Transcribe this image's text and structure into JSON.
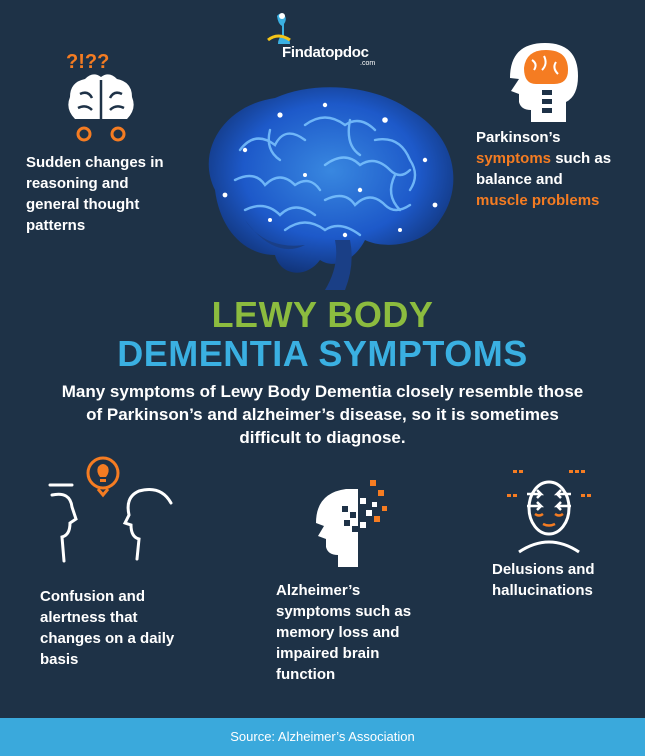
{
  "logo": {
    "text": "Findatopdoc",
    "sub": ".com"
  },
  "title": {
    "line1": "LEWY BODY",
    "line2": "DEMENTIA SYMPTOMS"
  },
  "intro": "Many symptoms of Lewy Body Dementia closely resemble those of Parkinson’s and alzheimer’s disease, so it is sometimes difficult to diagnose.",
  "features": {
    "reasoning": {
      "text": "Sudden changes in reasoning and general thought patterns"
    },
    "parkinsons": {
      "line1": "Parkinson’s",
      "highlight1": "symptoms",
      "line2_rest": " such as",
      "line3": "balance and",
      "highlight2": "muscle problems"
    },
    "confusion": {
      "text": "Confusion and alertness that changes on a daily basis"
    },
    "alzheimers": {
      "text": "Alzheimer’s symptoms such as memory loss and impaired brain function"
    },
    "delusions": {
      "text": "Delusions and hallucinations"
    }
  },
  "icons": {
    "question_marks": "?!??",
    "colors": {
      "orange": "#f57c22",
      "white": "#ffffff",
      "blue": "#3ab0e2",
      "green": "#8cbc3f"
    }
  },
  "footer": {
    "source": "Source: Alzheimer’s Association"
  }
}
